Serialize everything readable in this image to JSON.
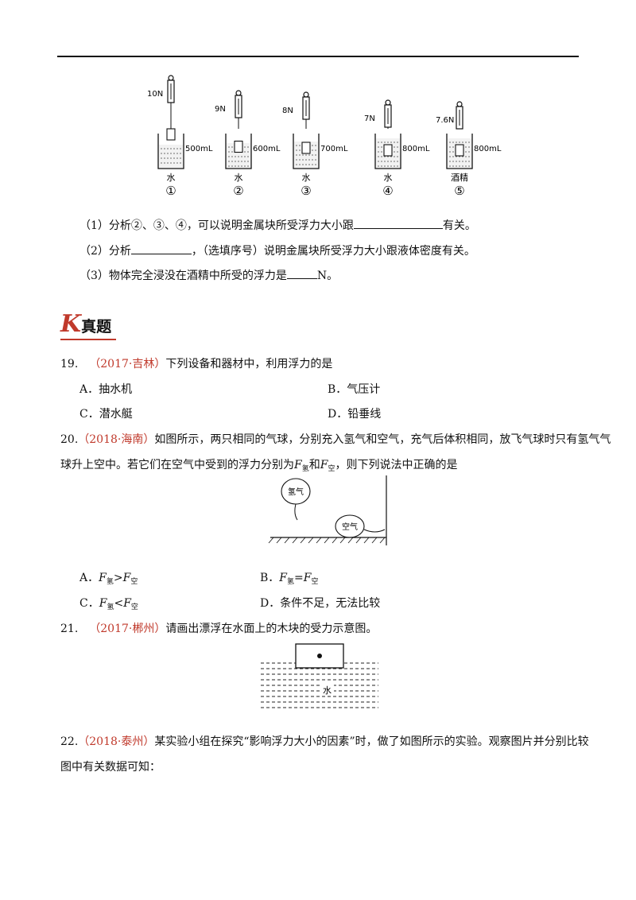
{
  "figure1": {
    "forces": [
      "10N",
      "9N",
      "8N",
      "7N",
      "7.6N"
    ],
    "volumes": [
      "500mL",
      "600mL",
      "700mL",
      "800mL",
      "800mL"
    ],
    "liquids": [
      "水",
      "水",
      "水",
      "水",
      "酒精"
    ],
    "numbers": [
      "①",
      "②",
      "③",
      "④",
      "⑤"
    ]
  },
  "q18": {
    "p1_a": "（1）分析②、③、④，可以说明金属块所受浮力大小跟",
    "p1_b": "有关。",
    "p2_a": "（2）分析",
    "p2_b": "，（选填序号）说明金属块所受浮力大小跟液体密度有关。",
    "p3_a": "（3）物体完全浸没在酒精中所受的浮力是",
    "p3_b": "N。"
  },
  "section": {
    "letter": "K",
    "title": "真题"
  },
  "q19": {
    "num": "19.",
    "source": "（2017·吉林）",
    "stem": "下列设备和器材中，利用浮力的是",
    "options": [
      "A．抽水机",
      "B．气压计",
      "C．潜水艇",
      "D．铅垂线"
    ]
  },
  "q20": {
    "num": "20.",
    "source": "（2018·海南）",
    "stem1": "如图所示，两只相同的气球，分别充入氢气和空气，充气后体积相同，放飞气球时只有氢气气",
    "stem2a": "球升上空中。若它们在空气中受到的浮力分别为",
    "F": "F",
    "sub_h": "氢",
    "and": "和",
    "sub_k": "空",
    "stem2b": "，则下列说法中正确的是",
    "label_h": "氢气",
    "label_k": "空气",
    "opt_a": "A．",
    "opt_b": "B．",
    "opt_c": "C．",
    "opt_d": "D．条件不足，无法比较",
    "gt": ">",
    "eq": "=",
    "lt": "<"
  },
  "q21": {
    "num": "21.",
    "source": "（2017·郴州）",
    "stem": "请画出漂浮在水面上的木块的受力示意图。",
    "water": "水"
  },
  "q22": {
    "num": "22.",
    "source": "（2018·泰州）",
    "stem1": "某实验小组在探究“影响浮力大小的因素”时，做了如图所示的实验。观察图片并分别比较",
    "stem2": "图中有关数据可知："
  }
}
